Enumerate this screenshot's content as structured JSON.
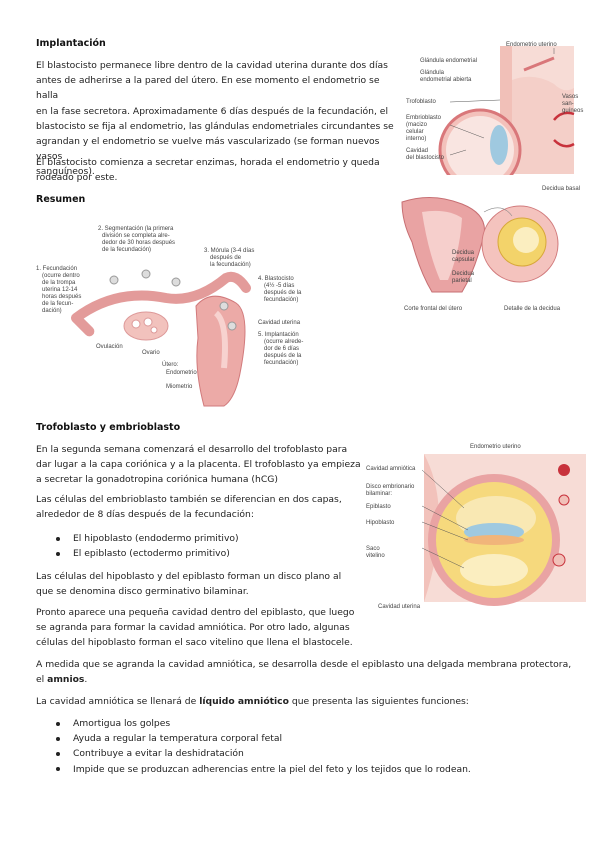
{
  "section1": {
    "title": "Implantación",
    "p1": [
      "El blastocisto permanece libre dentro de la cavidad uterina durante dos días",
      "antes de adherirse a la pared del útero. En ese momento el endometrio se halla",
      "en la fase secretora. Aproximadamente 6 días después de la fecundación, el",
      "blastocisto se fija al endometrio, las glándulas endometriales circundantes se",
      "agrandan y el endometrio se vuelve más vascularizado (se forman nuevos vasos",
      "sanguíneos)."
    ],
    "p2": [
      "El blastocisto comienza a secretar enzimas, horada el endometrio y queda",
      "rodeado por este."
    ]
  },
  "fig1": {
    "labels": {
      "endometrio": "Endometrio uterino",
      "glandula": "Glándula endometrial",
      "glandula_abierta": "Glándula\nendometrial abierta",
      "trofoblasto": "Trofoblasto",
      "embrioblasto": "Embrioblasto\n(macizo\ncelular\ninterno)",
      "cavidad": "Cavidad\ndel blastocisto",
      "vasos": "Vasos\nsan-\nguíneos"
    }
  },
  "section2": {
    "title": "Resumen"
  },
  "fig2": {
    "labels": {
      "segmentacion": "2. Segmentación (la primera\n   división se completa alre-\n   dedor de 30 horas después\n   de la fecundación)",
      "morula": "3. Mórula (3-4 días\n   después de\n   la fecundación)",
      "fecundacion": "1. Fecundación\n   (ocurre dentro\n   de la trompa\n   uterina 12-14\n   horas después\n   de la fecun-\n   dación)",
      "blastocisto": "4. Blastocisto\n   (4½ -5 días\n   después de la\n   fecundación)",
      "cavidad": "Cavidad uterina",
      "implantacion": "5. Implantación\n   (ocurre alrede-\n   dor de 6 días\n   después de la\n   fecundación)",
      "ovulacion": "Ovulación",
      "ovario": "Ovario",
      "utero": "Útero:\n   Endometrio",
      "miometrio": "Miometrio"
    }
  },
  "fig3": {
    "labels": {
      "decidua_basal": "Decidua basal",
      "decidua_capsular": "Decidua\ncapsular",
      "decidua_parietal": "Decidua\nparietal",
      "corte": "Corte frontal del útero",
      "detalle": "Detalle de la decidua"
    }
  },
  "section3": {
    "title": "Trofoblasto y embrioblasto",
    "p1": [
      "En la segunda semana comenzará el desarrollo del trofoblasto para",
      "dar lugar a la capa coriónica y a la placenta. El trofoblasto ya empieza",
      "a secretar la gonadotropina coriónica humana (hCG)"
    ],
    "p2": [
      "Las células del embrioblasto también se diferencian en dos capas,",
      "alrededor de 8 días después de la fecundación:"
    ],
    "bullets1": [
      "El hipoblasto (endodermo primitivo)",
      "El epiblasto (ectodermo primitivo)"
    ],
    "p3": [
      "Las células del hipoblasto y del epiblasto forman un disco plano al",
      "que se denomina disco germinativo bilaminar."
    ],
    "p4": [
      "Pronto aparece una pequeña cavidad dentro del epiblasto, que luego",
      "se agranda para formar la cavidad amniótica. Por otro lado, algunas",
      "células del hipoblasto forman el saco vitelino que llena el blastocele."
    ],
    "p5_line1": "A medida que se agranda la cavidad amniótica, se desarrolla desde el epiblasto una delgada membrana protectora,",
    "p5_line2_pre": "el ",
    "p5_line2_bold": "amnios",
    "p5_line2_post": ".",
    "p6_pre": "La cavidad amniótica se llenará de ",
    "p6_bold": "líquido amniótico",
    "p6_post": " que presenta las siguientes funciones:",
    "bullets2": [
      "Amortigua los golpes",
      "Ayuda a regular la temperatura corporal fetal",
      "Contribuye a evitar la deshidratación",
      "Impide que se produzcan adherencias entre la piel del feto y los tejidos que lo rodean."
    ]
  },
  "fig4": {
    "labels": {
      "endometrio": "Endometrio uterino",
      "cavidad_amniotica": "Cavidad amniótica",
      "disco": "Disco embrionario\nbilaminar:",
      "epiblasto": "Epiblasto",
      "hipoblasto": "Hipoblasto",
      "saco": "Saco\nvitelino",
      "cavidad_uterina": "Cavidad uterina"
    }
  },
  "colors": {
    "tissue": "#f2b9b4",
    "tissue_dark": "#d9777a",
    "vessel": "#c8323c",
    "embryo_blue": "#9fc9e0",
    "yolk": "#f3d36a",
    "bg_pink": "#f7dcd6"
  }
}
